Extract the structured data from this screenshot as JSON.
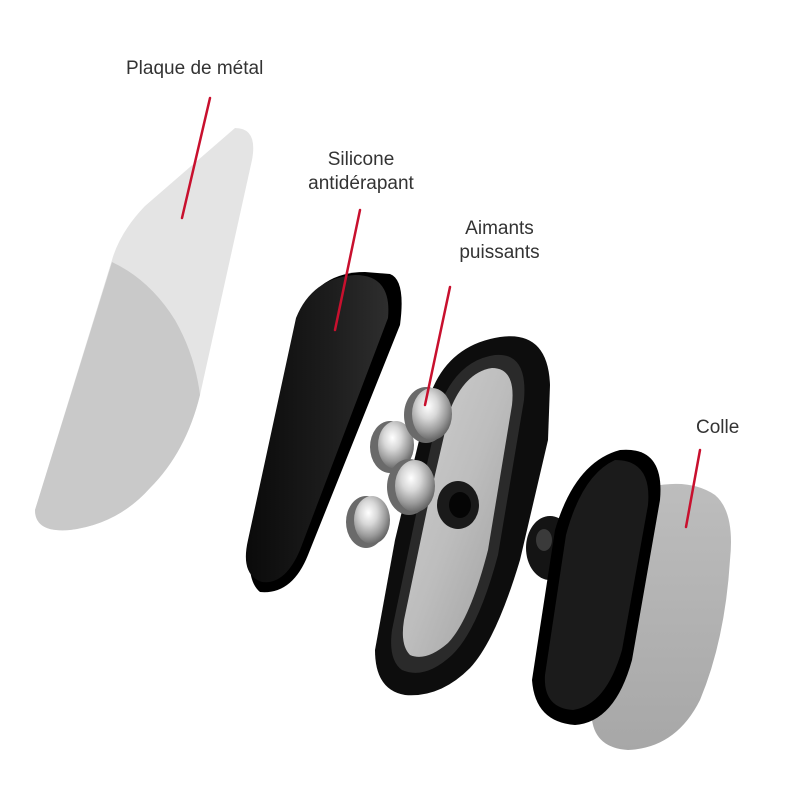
{
  "labels": {
    "metal_plate": "Plaque de métal",
    "silicone_line1": "Silicone",
    "silicone_line2": "antidérapant",
    "magnets_line1": "Aimants",
    "magnets_line2": "puissants",
    "glue": "Colle"
  },
  "colors": {
    "leader_line": "#c8102e",
    "label_text": "#333333",
    "body": "#111111",
    "metal_plate": "#dcdcdc"
  }
}
